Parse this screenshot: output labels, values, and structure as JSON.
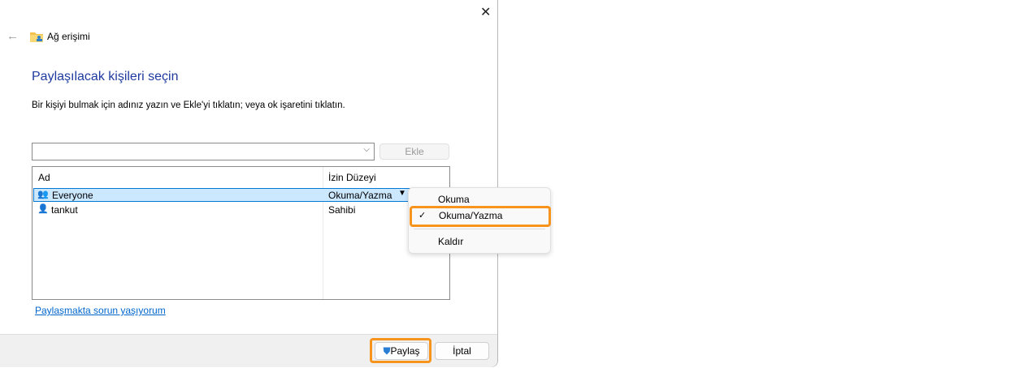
{
  "window": {
    "title": "Ağ erişimi"
  },
  "heading": "Paylaşılacak kişileri seçin",
  "instruction": "Bir kişiyi bulmak için adınız yazın ve Ekle'yi tıklatın; veya ok işaretini tıklatın.",
  "name_input": {
    "value": ""
  },
  "add_button": "Ekle",
  "table": {
    "columns": [
      "Ad",
      "İzin Düzeyi"
    ],
    "rows": [
      {
        "name": "Everyone",
        "permission": "Okuma/Yazma",
        "selected": true
      },
      {
        "name": "tankut",
        "permission": "Sahibi",
        "selected": false
      }
    ]
  },
  "menu": {
    "items": [
      "Okuma",
      "Okuma/Yazma",
      "Kaldır"
    ],
    "checked": "Okuma/Yazma"
  },
  "help_link": "Paylaşmakta sorun yaşıyorum",
  "buttons": {
    "share": "Paylaş",
    "cancel": "İptal"
  },
  "colors": {
    "accent": "#f7941d",
    "heading": "#1e3a9e",
    "link": "#0066cc",
    "selection": "#cce8ff"
  }
}
